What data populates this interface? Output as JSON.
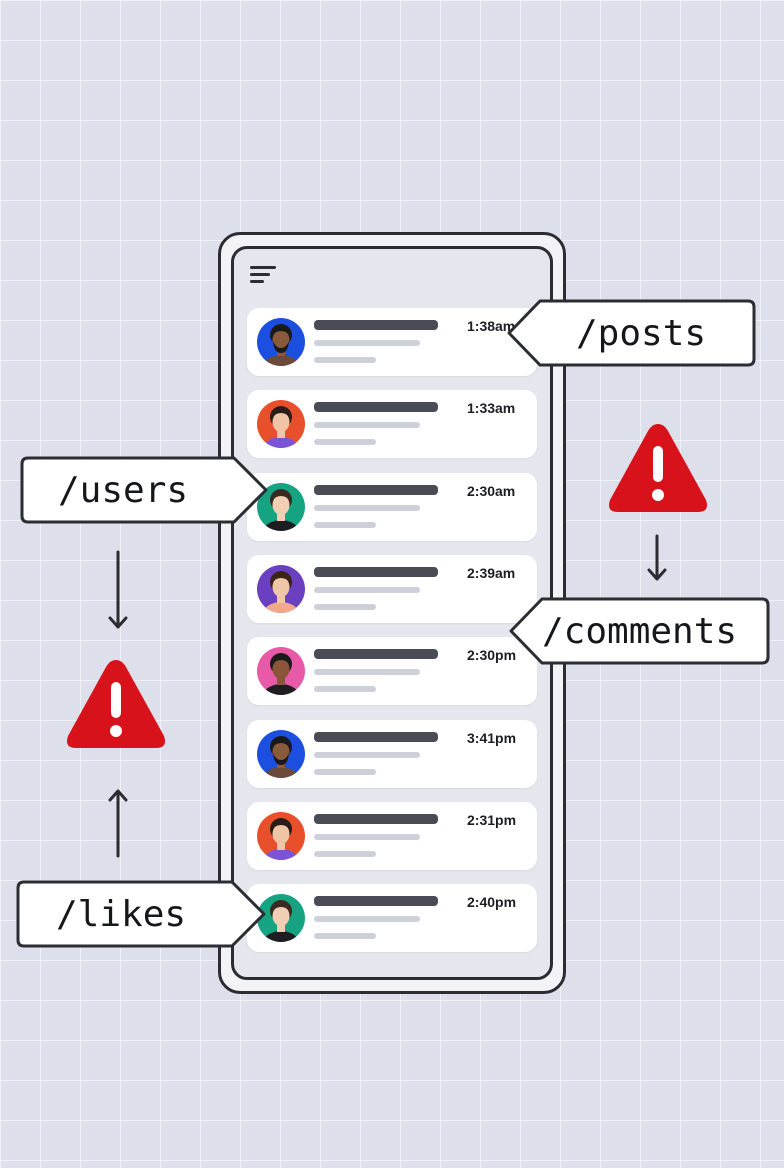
{
  "feed": {
    "items": [
      {
        "time": "1:38am",
        "avatar": {
          "bg": "#1c4fe0",
          "skin": "#8a5a3c",
          "hair": "#1a1a1a",
          "shirt": "#6b4a3a",
          "beard": true
        }
      },
      {
        "time": "1:33am",
        "avatar": {
          "bg": "#e8502c",
          "skin": "#f0c5a5",
          "hair": "#2a1c16",
          "shirt": "#7a55d8",
          "beard": false
        }
      },
      {
        "time": "2:30am",
        "avatar": {
          "bg": "#16a382",
          "skin": "#f2cfb4",
          "hair": "#3a2a22",
          "shirt": "#1e1e22",
          "beard": false
        }
      },
      {
        "time": "2:39am",
        "avatar": {
          "bg": "#6a3fc0",
          "skin": "#f0c7a6",
          "hair": "#3b2418",
          "shirt": "#f1a98a",
          "beard": false
        }
      },
      {
        "time": "2:30pm",
        "avatar": {
          "bg": "#e85aa8",
          "skin": "#8a5538",
          "hair": "#1a1a1a",
          "shirt": "#1e1e22",
          "beard": false
        }
      },
      {
        "time": "3:41pm",
        "avatar": {
          "bg": "#1c4fe0",
          "skin": "#8a5a3c",
          "hair": "#1a1a1a",
          "shirt": "#6b4a3a",
          "beard": true
        }
      },
      {
        "time": "2:31pm",
        "avatar": {
          "bg": "#e8502c",
          "skin": "#f0c5a5",
          "hair": "#2a1c16",
          "shirt": "#7a55d8",
          "beard": false
        }
      },
      {
        "time": "2:40pm",
        "avatar": {
          "bg": "#16a382",
          "skin": "#f2cfb4",
          "hair": "#3a2a22",
          "shirt": "#1e1e22",
          "beard": false
        }
      }
    ]
  },
  "labels": {
    "posts": "/posts",
    "users": "/users",
    "comments": "/comments",
    "likes": "/likes"
  },
  "colors": {
    "warning": "#d8121b",
    "outline": "#2b2d33"
  },
  "icons": [
    "menu-icon",
    "warning-icon",
    "arrow-down-icon",
    "arrow-up-icon"
  ]
}
